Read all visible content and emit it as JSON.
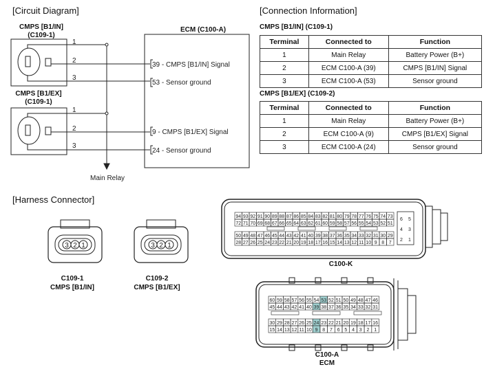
{
  "circuit": {
    "title": "[Circuit Diagram]",
    "sensor1_name": "CMPS [B1/IN]",
    "sensor1_conn": "(C109-1)",
    "sensor2_name": "CMPS [B1/EX]",
    "sensor2_conn": "(C109-1)",
    "ecm_title": "ECM (C100-A)",
    "wire_numbers": [
      "1",
      "2",
      "3"
    ],
    "ecm_pins": [
      "39 - CMPS [B1/IN] Signal",
      "53 - Sensor ground",
      "9 - CMPS [B1/EX] Signal",
      "24 - Sensor ground"
    ],
    "main_relay": "Main Relay"
  },
  "connection": {
    "title": "[Connection Information]",
    "headers": [
      "Terminal",
      "Connected to",
      "Function"
    ],
    "tables": [
      {
        "title": "CMPS [B1/IN] (C109-1)",
        "rows": [
          [
            "1",
            "Main Relay",
            "Battery Power (B+)"
          ],
          [
            "2",
            "ECM C100-A (39)",
            "CMPS [B1/IN] Signal"
          ],
          [
            "3",
            "ECM C100-A (53)",
            "Sensor ground"
          ]
        ]
      },
      {
        "title": "CMPS [B1/EX] (C109-2)",
        "rows": [
          [
            "1",
            "Main Relay",
            "Battery Power (B+)"
          ],
          [
            "2",
            "ECM C100-A (9)",
            "CMPS [B1/EX] Signal"
          ],
          [
            "3",
            "ECM C100-A (24)",
            "Sensor ground"
          ]
        ]
      }
    ]
  },
  "harness": {
    "title": "[Harness Connector]",
    "c109_1": {
      "label": "C109-1",
      "sub": "CMPS [B1/IN]",
      "pins": [
        "3",
        "2",
        "1"
      ]
    },
    "c109_2": {
      "label": "C109-2",
      "sub": "CMPS [B1/EX]",
      "pins": [
        "3",
        "2",
        "1"
      ]
    },
    "c100k": {
      "label": "C100-K",
      "rows": [
        [
          94,
          93,
          92,
          91,
          90,
          89,
          88,
          87,
          86,
          85,
          84,
          83,
          82,
          81,
          80,
          79,
          78,
          77,
          76,
          75,
          74,
          73
        ],
        [
          72,
          71,
          70,
          69,
          68,
          67,
          66,
          65,
          64,
          63,
          62,
          61,
          60,
          59,
          58,
          57,
          56,
          55,
          54,
          53,
          52,
          51
        ],
        [
          50,
          49,
          48,
          47,
          46,
          45,
          44,
          43,
          42,
          41,
          40,
          39,
          38,
          37,
          36,
          35,
          34,
          33,
          32,
          31,
          30,
          29
        ],
        [
          28,
          27,
          26,
          25,
          24,
          23,
          22,
          21,
          20,
          19,
          18,
          17,
          16,
          15,
          14,
          13,
          12,
          11,
          10,
          9,
          8,
          7
        ]
      ],
      "side": [
        [
          6,
          5
        ],
        [
          4,
          3
        ],
        [
          2,
          1
        ]
      ]
    },
    "c100a": {
      "label": "C100-A",
      "sub": "ECM",
      "rows": [
        [
          60,
          59,
          58,
          57,
          56,
          55,
          54,
          53,
          52,
          51,
          50,
          49,
          48,
          47,
          46
        ],
        [
          45,
          44,
          43,
          42,
          41,
          40,
          39,
          38,
          37,
          36,
          35,
          34,
          33,
          32,
          31
        ],
        [
          30,
          29,
          28,
          27,
          26,
          25,
          24,
          23,
          22,
          21,
          20,
          19,
          18,
          17,
          16
        ],
        [
          15,
          14,
          13,
          12,
          11,
          10,
          9,
          8,
          7,
          6,
          5,
          4,
          3,
          2,
          1
        ]
      ],
      "highlighted": [
        53,
        39,
        24,
        9
      ],
      "highlight_color": "#9fcfcf"
    }
  }
}
